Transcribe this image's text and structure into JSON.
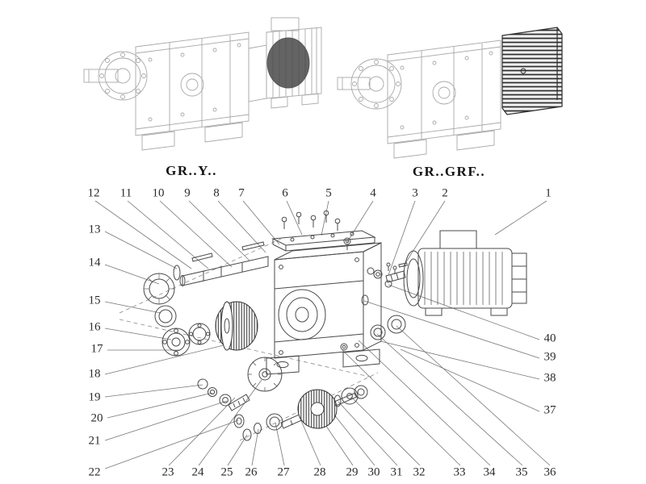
{
  "page": {
    "labels": {
      "left_variant": "GR..Y..",
      "right_variant": "GR..GRF.."
    },
    "callouts": {
      "n1": "1",
      "n2": "2",
      "n3": "3",
      "n4": "4",
      "n5": "5",
      "n6": "6",
      "n7": "7",
      "n8": "8",
      "n9": "9",
      "n10": "10",
      "n11": "11",
      "n12": "12",
      "n13": "13",
      "n14": "14",
      "n15": "15",
      "n16": "16",
      "n17": "17",
      "n18": "18",
      "n19": "19",
      "n20": "20",
      "n21": "21",
      "n22": "22",
      "n23": "23",
      "n24": "24",
      "n25": "25",
      "n26": "26",
      "n27": "27",
      "n28": "28",
      "n29": "29",
      "n30": "30",
      "n31": "31",
      "n32": "32",
      "n33": "33",
      "n34": "34",
      "n35": "35",
      "n36": "36",
      "n37": "37",
      "n38": "38",
      "n39": "39",
      "n40": "40"
    },
    "colors": {
      "line_dark": "#4a4a4a",
      "line_light": "#a9a9a9",
      "leader": "#777777",
      "background": "#ffffff"
    }
  }
}
